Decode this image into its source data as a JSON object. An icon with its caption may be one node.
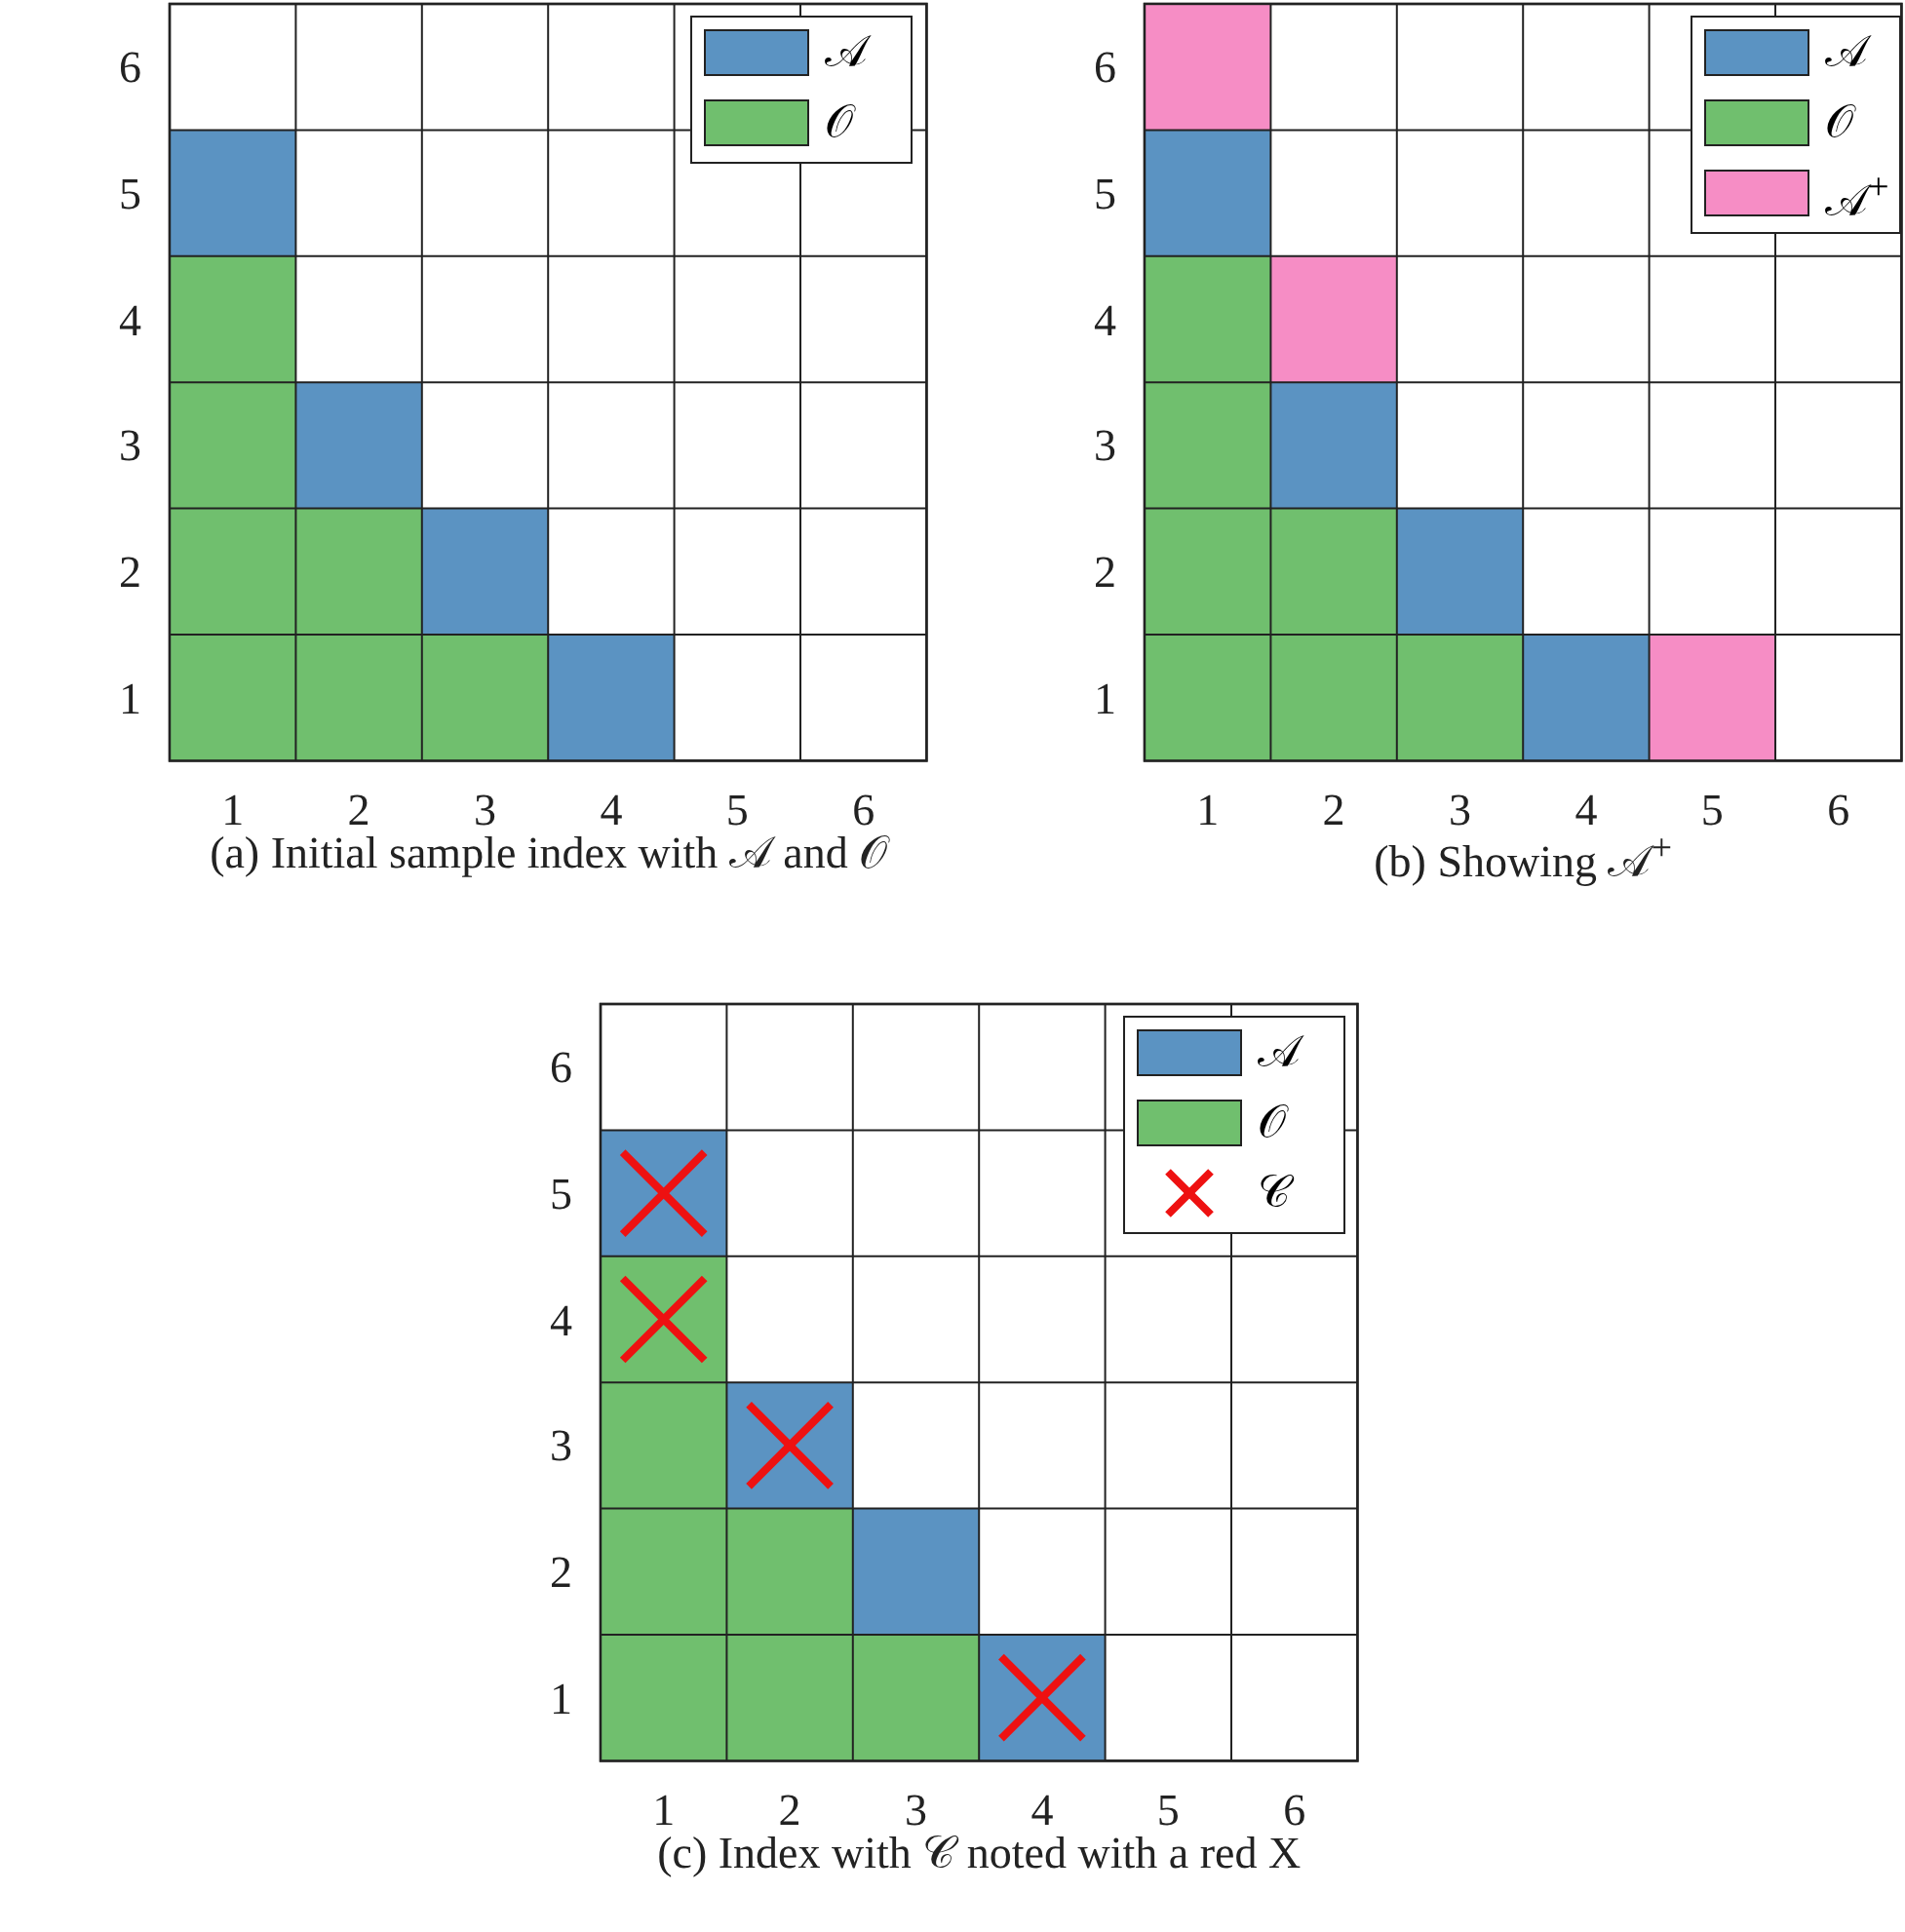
{
  "diagram": {
    "labels": [
      "6",
      "5",
      "4",
      "3",
      "2",
      "1",
      "1",
      "2",
      "3",
      "4",
      "5",
      "6",
      "(a) Initial sample index with 𝒜 and 𝒪",
      "6",
      "5",
      "4",
      "3",
      "2",
      "1",
      "1",
      "2",
      "3",
      "4",
      "5",
      "6",
      "(b) Showing 𝒜$^{+}$",
      "6",
      "5",
      "4",
      "3",
      "2",
      "1",
      "1",
      "2",
      "3",
      "4",
      "5",
      "6",
      "(c) Index with 𝒞 noted with a red X"
    ],
    "legend": [
      {
        "text": "𝒜",
        "color": "#5b93c2"
      },
      {
        "text": "𝒪",
        "color": "#70bf6e"
      },
      {
        "text": "𝒜",
        "color": "#5b93c2"
      },
      {
        "text": "𝒪",
        "color": "#70bf6e"
      },
      {
        "text": "𝒜$^{+}$",
        "color": "#f68dc5"
      },
      {
        "text": "𝒜",
        "color": "#5b93c2"
      },
      {
        "text": "𝒪",
        "color": "#70bf6e"
      },
      {
        "text": "𝒞"
      }
    ]
  }
}
